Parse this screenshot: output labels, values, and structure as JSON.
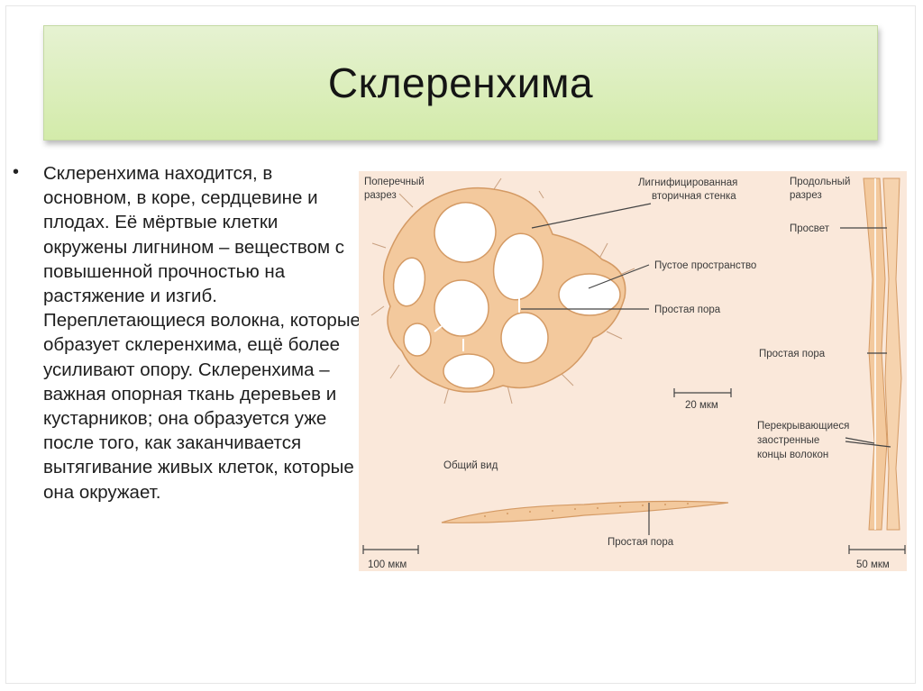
{
  "slide": {
    "title": "Склеренхима",
    "bullet_symbol": "•",
    "body_text": "Склеренхима находится, в основном, в коре, сердцевине и плодах. Её мёртвые клетки окружены лигнином – веществом с повышенной прочностью на растяжение и изгиб. Переплетающиеся волокна, которые образует склеренхима, ещё более усиливают опору. Склеренхима – важная опорная ткань деревьев и кустарников; она образуется уже после того, как заканчивается вытягивание живых клеток, которые она окружает."
  },
  "figure": {
    "colors": {
      "background": "#fae8da",
      "cell_wall": "#f3c99d",
      "cell_wall_stroke": "#d49a64",
      "lumen": "#ffffff",
      "leader_line": "#444444"
    },
    "labels": {
      "cross_section_line1": "Поперечный",
      "cross_section_line2": "разрез",
      "lignified_wall_line1": "Лигнифицированная",
      "lignified_wall_line2": "вторичная стенка",
      "empty_space": "Пустое пространство",
      "simple_pore_cross": "Простая пора",
      "scale_20": "20 мкм",
      "general_view": "Общий вид",
      "simple_pore_fiber": "Простая пора",
      "scale_100": "100 мкм",
      "longitudinal_line1": "Продольный",
      "longitudinal_line2": "разрез",
      "lumen": "Просвет",
      "simple_pore_long": "Простая пора",
      "overlap_line1": "Перекрывающиеся",
      "overlap_line2": "заостренные",
      "overlap_line3": "концы волокон",
      "scale_50": "50 мкм"
    }
  }
}
